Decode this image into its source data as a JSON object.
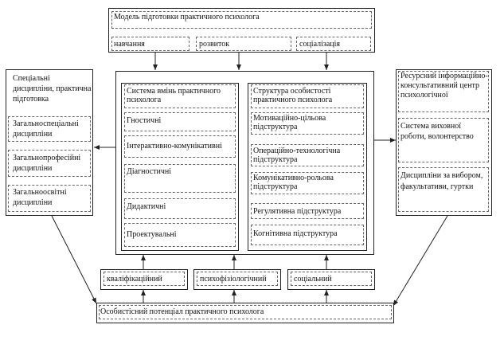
{
  "top": {
    "title": "Модель підготовки практичного психолога",
    "items": [
      "навчання",
      "розвиток",
      "соціалізація"
    ]
  },
  "center_left": {
    "items": [
      "Система вмінь практичного психолога",
      "Гностичні",
      "Інтерактивно-комунікативні",
      "Діагностичні",
      "Дидактичні",
      "Проектувальні"
    ]
  },
  "center_right": {
    "items": [
      "Структура особистості практичного психолога",
      "Мотиваційно-цільова підструктура",
      "Операційно-технологічна підструктура",
      "Комунікативно-рольова підструктура",
      "Регулятивна підструктура",
      "Когнітивна підструктура"
    ]
  },
  "left": {
    "items": [
      "Спеціальні дисципліни, практична підготовка",
      "Загальноспеціальні дисципліни",
      "Загальнопрофесійні дисципліни",
      "Загальноосвітні дисципліни"
    ]
  },
  "right": {
    "items": [
      "Ресурсний інформаційно-консультативний центр психологічної",
      "Система виховної роботи, волонтерство",
      "Дисципліни за вибором, факультативи, гуртки"
    ]
  },
  "bottom": {
    "items": [
      "кваліфікаційний",
      "психофізіологічний",
      "соціальний"
    ],
    "title": "Особистісний потенціал практичного психолога"
  }
}
